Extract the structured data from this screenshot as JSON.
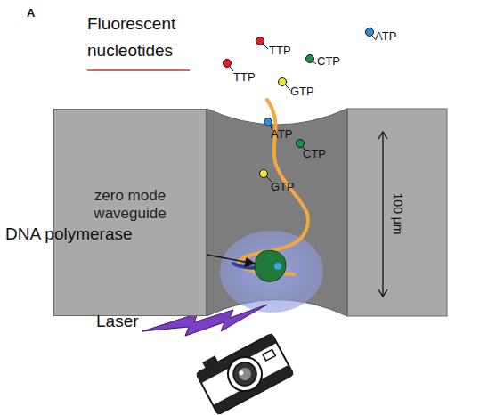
{
  "diagram": {
    "nodes": [
      {
        "text": [
          "zero mode waveguide"
        ]
      }
    ],
    "labels": [
      "A",
      "Fluorescent nucleotides",
      "TTP",
      "TTP",
      "CTP",
      "ATP",
      "GTP",
      "ATP",
      "CTP",
      "GTP",
      "100 μm",
      "DNA polymerase",
      "Laser"
    ]
  }
}
